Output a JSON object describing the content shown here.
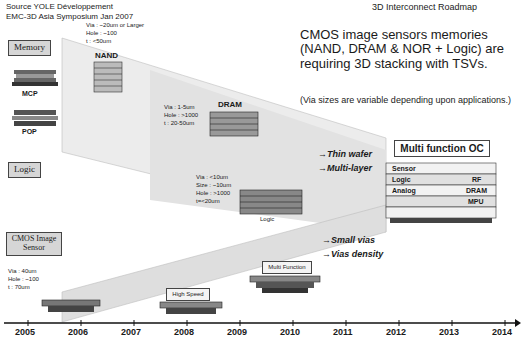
{
  "diagram": {
    "title": "3D Interconnect Roadmap",
    "nodes": [
      {
        "text": [
          "Memory"
        ]
      },
      {
        "text": [
          "Logic"
        ]
      },
      {
        "text": [
          "CMOS Image Sensor"
        ]
      },
      {
        "text": [
          "High Speed"
        ]
      },
      {
        "text": [
          "Multi Function"
        ]
      },
      {
        "text": [
          "Multi function OC"
        ]
      }
    ],
    "labels": [
      "Source  YOLE Développement",
      "EMC-3D Asia Symposium Jan 2007",
      "MCP",
      "POP",
      "NAND",
      "Via : ~20um or Larger",
      "Hole : ~100",
      "t : <50um",
      "DRAM",
      "Via : 1-5um",
      "Hole : >1000",
      "t : 20-50um",
      "Logic",
      "Via : <10um",
      "Size : ~10um",
      "Hole : >1000",
      "t=<20um",
      "CMOS image sensors memories (NAND, DRAM & NOR + Logic) are requiring 3D stacking with TSVs.",
      "(Via sizes are variable depending upon applications.)",
      "→Thin wafer",
      "→Multi-layer",
      "→Small vias",
      "→Vias density",
      "Sensor",
      "Logic",
      "Analog",
      "RF",
      "DRAM",
      "MPU",
      "Via : 40um",
      "Hole : ~100",
      "t : 70um",
      "2005",
      "2006",
      "2007",
      "2008",
      "2009",
      "2010",
      "2011",
      "2012",
      "2013",
      "2014"
    ]
  }
}
